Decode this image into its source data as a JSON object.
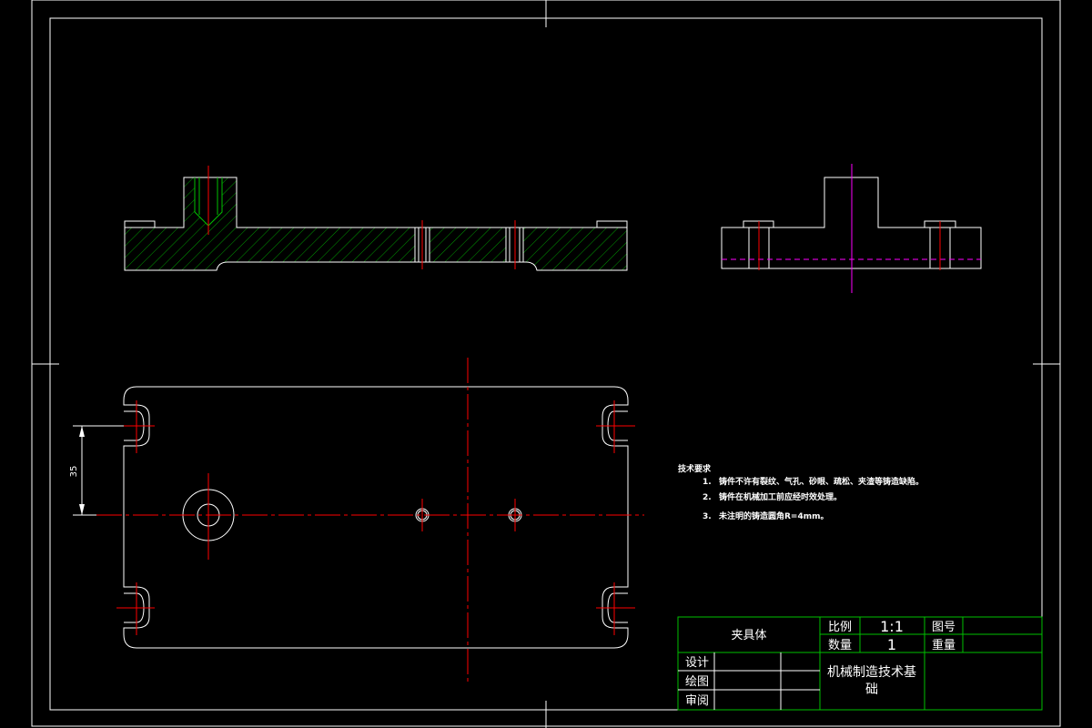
{
  "colors": {
    "background": "#000000",
    "outline": "#ffffff",
    "centerline": "#ff0000",
    "section_hatch": "#00c000",
    "hidden_line": "#ff00ff",
    "title_block_border": "#00c000"
  },
  "dimension": {
    "value": "35"
  },
  "technical_requirements": {
    "heading": "技术要求",
    "items": [
      {
        "num": "1.",
        "text": "铸件不许有裂纹、气孔、砂眼、疏松、夹渣等铸造缺陷。"
      },
      {
        "num": "2.",
        "text": "铸件在机械加工前应经时效处理。"
      },
      {
        "num": "3.",
        "text": "未注明的铸造圆角R=4mm。"
      }
    ]
  },
  "title_block": {
    "part_name": "夹具体",
    "scale_label": "比例",
    "scale_value": "1:1",
    "drawing_no_label": "图号",
    "quantity_label": "数量",
    "quantity_value": "1",
    "weight_label": "重量",
    "designer_label": "设计",
    "drafter_label": "绘图",
    "reviewer_label": "审阅",
    "course_title_line1": "机械制造技术基",
    "course_title_line2": "础"
  }
}
